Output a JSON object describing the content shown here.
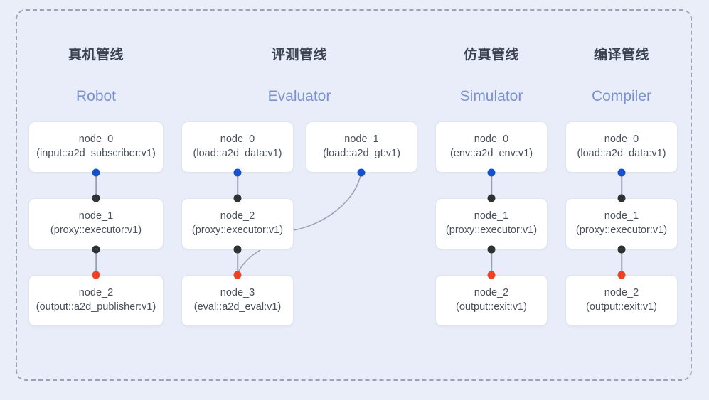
{
  "diagram": {
    "type": "pipeline-graph",
    "background_color": "#eaeef8",
    "panel_color": "#e8edf9",
    "border_style": "dashed",
    "border_color": "#9ba3b4",
    "accent_color": "#7a93d0",
    "port_colors": {
      "input": "#1452cc",
      "middle": "#2f3133",
      "output": "#ef4123"
    },
    "columns": [
      {
        "id": "robot",
        "title_cn": "真机管线",
        "title_en": "Robot",
        "nodes": [
          {
            "name": "node_0",
            "type": "(input::a2d_subscriber:v1)"
          },
          {
            "name": "node_1",
            "type": "(proxy::executor:v1)"
          },
          {
            "name": "node_2",
            "type": "(output::a2d_publisher:v1)"
          }
        ]
      },
      {
        "id": "evaluator",
        "title_cn": "评测管线",
        "title_en": "Evaluator",
        "nodes": [
          {
            "name": "node_0",
            "type": "(load::a2d_data:v1)"
          },
          {
            "name": "node_1",
            "type": "(load::a2d_gt:v1)"
          },
          {
            "name": "node_2",
            "type": "(proxy::executor:v1)"
          },
          {
            "name": "node_3",
            "type": "(eval::a2d_eval:v1)"
          }
        ]
      },
      {
        "id": "simulator",
        "title_cn": "仿真管线",
        "title_en": "Simulator",
        "nodes": [
          {
            "name": "node_0",
            "type": "(env::a2d_env:v1)"
          },
          {
            "name": "node_1",
            "type": "(proxy::executor:v1)"
          },
          {
            "name": "node_2",
            "type": "(output::exit:v1)"
          }
        ]
      },
      {
        "id": "compiler",
        "title_cn": "编译管线",
        "title_en": "Compiler",
        "nodes": [
          {
            "name": "node_0",
            "type": "(load::a2d_data:v1)"
          },
          {
            "name": "node_1",
            "type": "(proxy::executor:v1)"
          },
          {
            "name": "node_2",
            "type": "(output::exit:v1)"
          }
        ]
      }
    ]
  }
}
